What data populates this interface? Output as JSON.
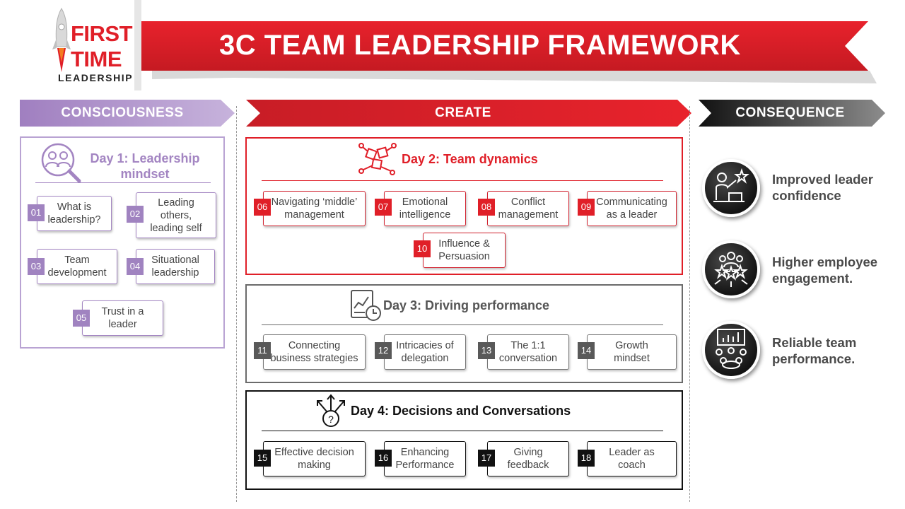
{
  "logo": {
    "line1": "FIRST",
    "line2": "TIME",
    "line3": "LEADERSHIP"
  },
  "title": "3C TEAM LEADERSHIP FRAMEWORK",
  "columns": {
    "consciousness": "CONSCIOUSNESS",
    "create": "CREATE",
    "consequence": "CONSEQUENCE"
  },
  "day1": {
    "title_line1": "Day 1: Leadership",
    "title_line2": "mindset",
    "icon": "people-search-icon",
    "items": [
      {
        "num": "01",
        "lines": [
          "What is",
          "leadership?"
        ]
      },
      {
        "num": "02",
        "lines": [
          "Leading",
          "others,",
          "leading self"
        ]
      },
      {
        "num": "03",
        "lines": [
          "Team",
          "development"
        ]
      },
      {
        "num": "04",
        "lines": [
          "Situational",
          "leadership"
        ]
      },
      {
        "num": "05",
        "lines": [
          "Trust in a",
          "leader"
        ]
      }
    ]
  },
  "day2": {
    "title": "Day 2: Team dynamics",
    "icon": "puzzle-team-icon",
    "items": [
      {
        "num": "06",
        "lines": [
          "Navigating ‘middle’",
          "management"
        ]
      },
      {
        "num": "07",
        "lines": [
          "Emotional",
          "intelligence"
        ]
      },
      {
        "num": "08",
        "lines": [
          "Conflict",
          "management"
        ]
      },
      {
        "num": "09",
        "lines": [
          "Communicating",
          "as a leader"
        ]
      },
      {
        "num": "10",
        "lines": [
          "Influence &",
          "Persuasion"
        ]
      }
    ]
  },
  "day3": {
    "title": "Day 3: Driving performance",
    "icon": "performance-chart-icon",
    "items": [
      {
        "num": "11",
        "lines": [
          "Connecting",
          "business strategies"
        ]
      },
      {
        "num": "12",
        "lines": [
          "Intricacies of",
          "delegation"
        ]
      },
      {
        "num": "13",
        "lines": [
          "The 1:1",
          "conversation"
        ]
      },
      {
        "num": "14",
        "lines": [
          "Growth",
          "mindset"
        ]
      }
    ]
  },
  "day4": {
    "title": "Day 4: Decisions and Conversations",
    "icon": "decision-arrows-icon",
    "items": [
      {
        "num": "15",
        "lines": [
          "Effective decision",
          "making"
        ]
      },
      {
        "num": "16",
        "lines": [
          "Enhancing",
          "Performance"
        ]
      },
      {
        "num": "17",
        "lines": [
          "Giving",
          "feedback"
        ]
      },
      {
        "num": "18",
        "lines": [
          "Leader as",
          "coach"
        ]
      }
    ]
  },
  "consequences": [
    {
      "icon": "confident-leader-icon",
      "lines": [
        "Improved leader",
        "confidence"
      ]
    },
    {
      "icon": "engaged-team-stars-icon",
      "lines": [
        "Higher employee",
        "engagement."
      ]
    },
    {
      "icon": "team-performance-icon",
      "lines": [
        "Reliable team",
        "performance."
      ]
    }
  ],
  "colors": {
    "purple": "#a385c2",
    "red": "#e01f28",
    "grey": "#595959",
    "black": "#111111"
  }
}
